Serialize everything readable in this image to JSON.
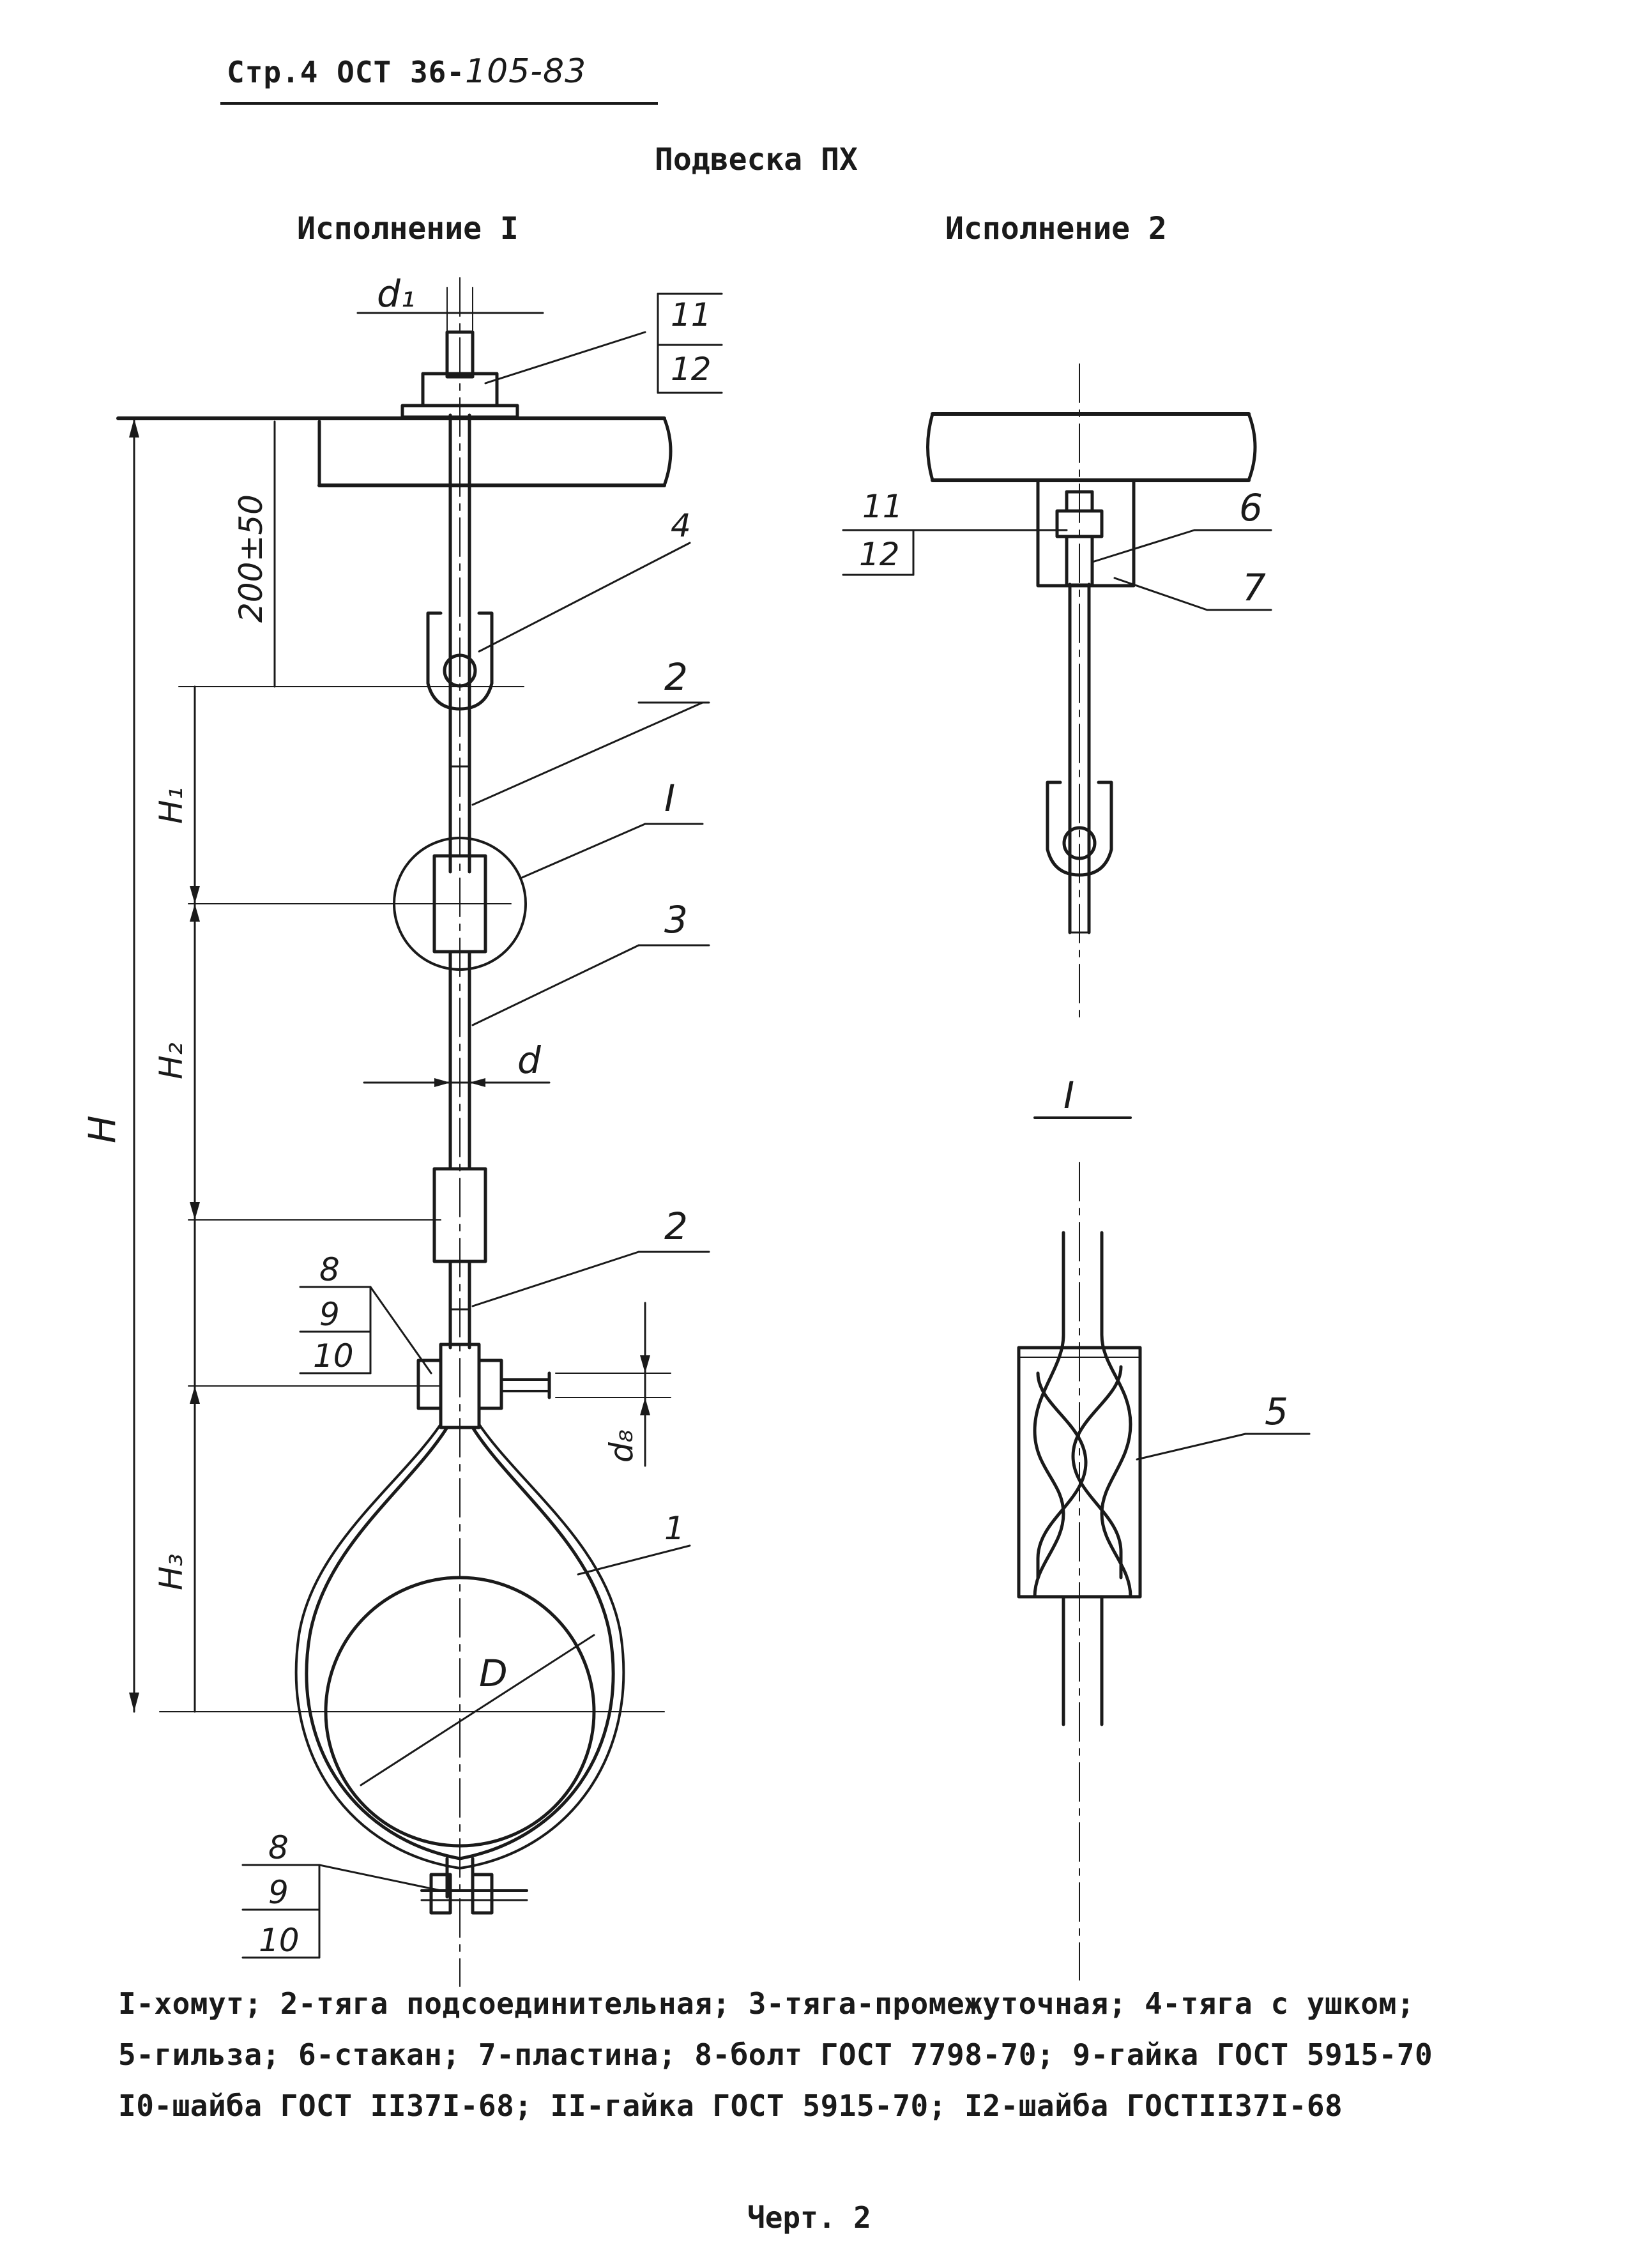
{
  "header": {
    "code_prefix": "Стр.4 ОСТ 36-",
    "code_number": "105-83"
  },
  "title": "Подвеска ПХ",
  "variants": {
    "left": "Исполнение I",
    "right": "Исполнение 2"
  },
  "drawing": {
    "dims": {
      "d1": "d₁",
      "d": "d",
      "d8": "d₈",
      "D": "D",
      "H": "H",
      "H1": "H₁",
      "H2": "H₂",
      "H3": "H₃",
      "len": "200±50"
    },
    "callouts_left": {
      "c11": "11",
      "c12": "12",
      "c4": "4",
      "c2a": "2",
      "cI": "I",
      "c3": "3",
      "c2b": "2",
      "c8a": "8",
      "c9a": "9",
      "c10a": "10",
      "c1": "1",
      "c8b": "8",
      "c9b": "9",
      "c10b": "10"
    },
    "callouts_right": {
      "c11": "11",
      "c12": "12",
      "c6": "6",
      "c7": "7",
      "cI": "I",
      "c5": "5"
    }
  },
  "legend": [
    "I-хомут; 2-тяга подсоединительная; 3-тяга-промежуточная; 4-тяга с ушком;",
    "5-гильза; 6-стакан; 7-пластина; 8-болт ГОСТ 7798-70; 9-гайка ГОСТ 5915-70",
    "I0-шайба ГОСТ II37I-68; II-гайка ГОСТ 5915-70; I2-шайба ГОСТII37I-68"
  ],
  "caption": "Черт. 2"
}
